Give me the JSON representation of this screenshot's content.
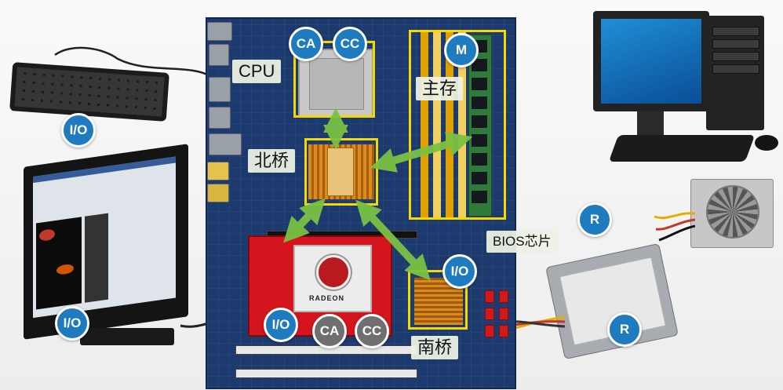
{
  "labels": {
    "cpu": "CPU",
    "main_memory": "主存",
    "north_bridge": "北桥",
    "south_bridge": "南桥",
    "bios_chip": "BIOS芯片"
  },
  "badges": {
    "ca": "CA",
    "cc": "CC",
    "m": "M",
    "io": "I/O",
    "r": "R"
  },
  "board_text": {
    "gpu_brand": "RADEON"
  },
  "colors": {
    "highlight": "#f5d800",
    "arrow": "#7ac142",
    "badge_blue": "#1f7bc0",
    "badge_gray": "#6f6f6f",
    "label_bg": "#ecf1e2"
  }
}
